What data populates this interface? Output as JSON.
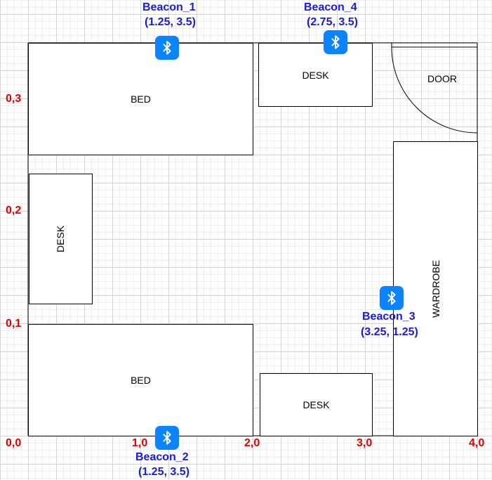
{
  "furniture": {
    "bed_top": "BED",
    "bed_bottom": "BED",
    "desk_top": "DESK",
    "desk_left": "DESK",
    "desk_bottom": "DESK",
    "door": "DOOR",
    "wardrobe": "WARDROBE"
  },
  "axis": {
    "origin": "0,0",
    "x1": "1,0",
    "x2": "2,0",
    "x3": "3,0",
    "x4": "4,0",
    "y1": "0,1",
    "y2": "0,2",
    "y3": "0,3"
  },
  "beacons": [
    {
      "name": "Beacon_1",
      "coords": "(1.25, 3.5)"
    },
    {
      "name": "Beacon_4",
      "coords": "(2.75, 3.5)"
    },
    {
      "name": "Beacon_3",
      "coords": "(3.25, 1.25)"
    },
    {
      "name": "Beacon_2",
      "coords": "(1.25, 3.5)"
    }
  ],
  "colors": {
    "beacon_icon": "#0a84ff",
    "beacon_text": "#1a1adb",
    "axis_text": "#e00000"
  },
  "icons": {
    "beacon": "bluetooth-icon"
  }
}
